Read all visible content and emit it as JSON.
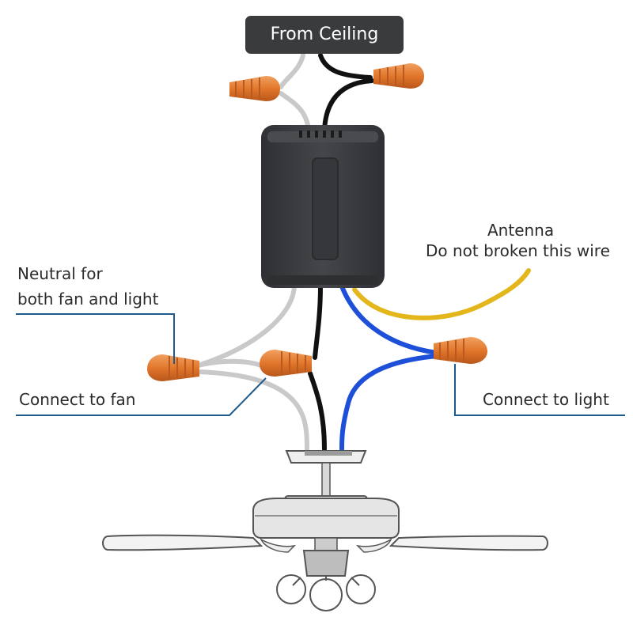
{
  "title": "From Ceiling",
  "labels": {
    "antenna_line1": "Antenna",
    "antenna_line2": "Do not broken this wire",
    "neutral_line1": "Neutral for",
    "neutral_line2": "both fan and light",
    "fan": "Connect to fan",
    "light": "Connect to light"
  },
  "colors": {
    "title_bg": "#3a3b3d",
    "leader": "#1f5a8c",
    "wire_neutral": "#c9c9c9",
    "wire_hot": "#111111",
    "wire_light": "#1e4fd8",
    "wire_antenna": "#e3b71b",
    "connector": "#e2772c",
    "receiver": "#3f4043",
    "fan_outline": "#555555"
  },
  "icons": {
    "connector": "wire-nut-icon",
    "receiver": "receiver-module-icon",
    "fan": "ceiling-fan-icon"
  }
}
